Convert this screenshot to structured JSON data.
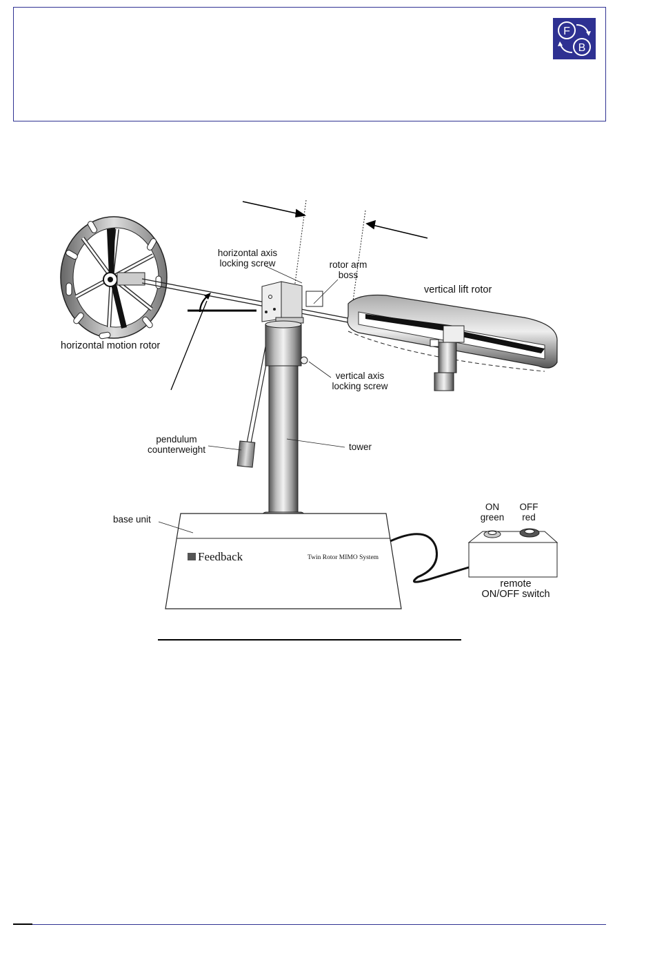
{
  "logo": {
    "letters": [
      "F",
      "B"
    ],
    "color": "#2e3192"
  },
  "colors": {
    "frame": "#2e3192",
    "ink": "#111111"
  },
  "labels": {
    "horizontal_axis_locking_screw": [
      "horizontal axis",
      "locking screw"
    ],
    "rotor_arm_boss": [
      "rotor arm",
      "boss"
    ],
    "vertical_lift_rotor": "vertical lift rotor",
    "horizontal_motion_rotor": "horizontal motion rotor",
    "vertical_axis_locking_screw": [
      "vertical axis",
      "locking screw"
    ],
    "pendulum_counterweight": [
      "pendulum",
      "counterweight"
    ],
    "tower": "tower",
    "base_unit": "base unit",
    "on": [
      "ON",
      "green"
    ],
    "off": [
      "OFF",
      "red"
    ],
    "remote_switch": [
      "remote",
      "ON/OFF switch"
    ]
  },
  "base_branding": {
    "brand": "Feedback",
    "product": "Twin Rotor MIMO System"
  }
}
